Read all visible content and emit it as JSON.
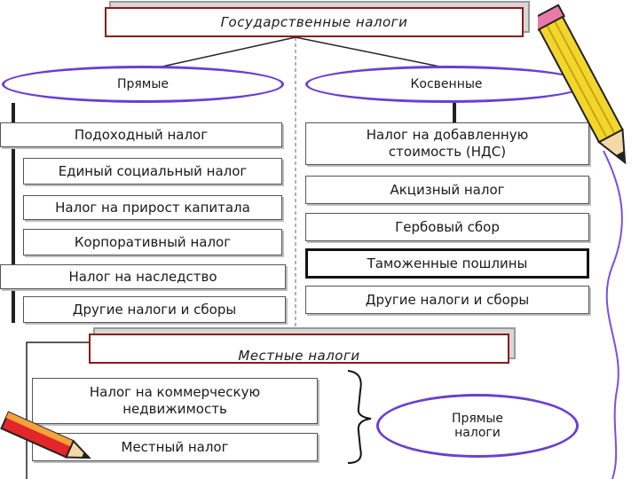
{
  "state_taxes": {
    "title": "Государственные налоги",
    "direct": {
      "label": "Прямые",
      "items": [
        "Подоходный налог",
        "Единый социальный налог",
        "Налог на прирост капитала",
        "Корпоративный налог",
        "Налог на наследство",
        "Другие налоги и сборы"
      ]
    },
    "indirect": {
      "label": "Косвенные",
      "items": [
        "Налог на добавленную стоимость (НДС)",
        "Акцизный налог",
        "Гербовый сбор",
        "Таможенные пошлины",
        "Другие налоги и сборы"
      ]
    }
  },
  "local_taxes": {
    "title": "Местные налоги",
    "items": [
      "Налог на коммерческую недвижимость",
      "Местный налог"
    ],
    "group_label": "Прямые налоги"
  },
  "colors": {
    "box_border": "#8b1a1a",
    "oval_border": "#6a3fd1",
    "bar": "#222222"
  },
  "decor": [
    "pencil-icon",
    "pencil-icon"
  ]
}
